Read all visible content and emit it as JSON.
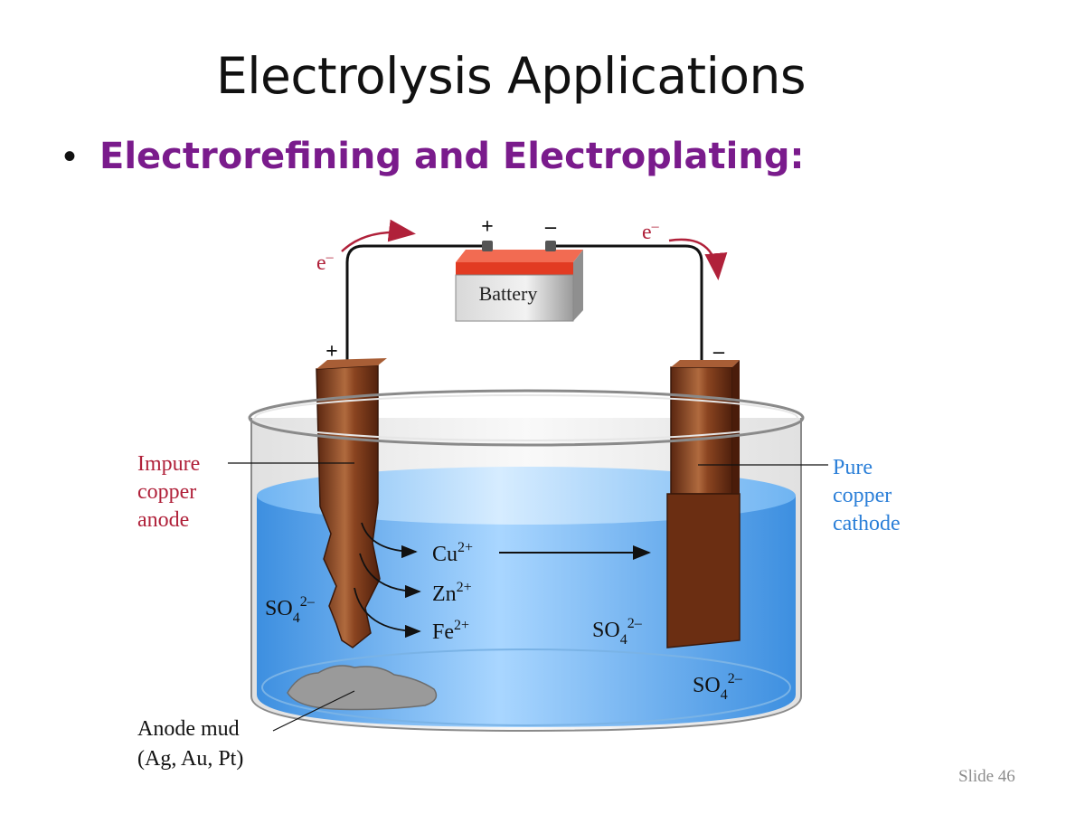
{
  "slide": {
    "title": "Electrolysis Applications",
    "bullet": "Electrorefining and Electroplating:",
    "slide_number": "Slide 46"
  },
  "diagram": {
    "battery_label": "Battery",
    "battery_plus": "+",
    "battery_minus": "–",
    "electron_left": "e",
    "electron_right": "e",
    "electron_charge": "–",
    "anode_sign": "+",
    "cathode_sign": "–",
    "impure_label": [
      "Impure",
      "copper",
      "anode"
    ],
    "pure_label": [
      "Pure",
      "copper",
      "cathode"
    ],
    "ions": [
      {
        "base": "Cu",
        "charge": "2+"
      },
      {
        "base": "Zn",
        "charge": "2+"
      },
      {
        "base": "Fe",
        "charge": "2+"
      }
    ],
    "sulfate": {
      "base": "SO",
      "sub": "4",
      "charge": "2–"
    },
    "mud_label": [
      "Anode mud",
      "(Ag, Au, Pt)"
    ],
    "colors": {
      "label_red": "#b0213a",
      "label_blue": "#2b7fd8",
      "arrow_red": "#b0213a",
      "solution": "#5aa8ee",
      "copper": "#7a3a1a"
    }
  }
}
